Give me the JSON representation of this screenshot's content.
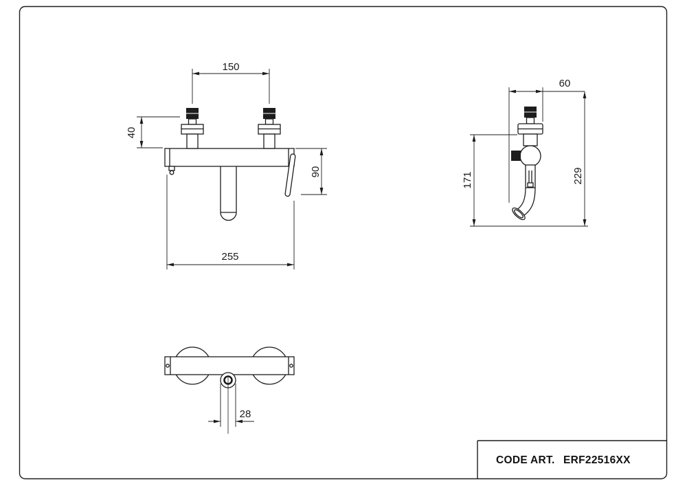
{
  "title_block": {
    "label": "CODE ART.",
    "value": "ERF22516XX"
  },
  "dimensions": {
    "front": {
      "centers_distance": "150",
      "wall_offset": "40",
      "handle_drop": "90",
      "overall_width": "255"
    },
    "side": {
      "depth": "60",
      "spout_height": "171",
      "overall_height": "229"
    },
    "bottom": {
      "spout_diameter": "28"
    }
  },
  "colors": {
    "line": "#1c1c1c",
    "background": "#ffffff"
  }
}
